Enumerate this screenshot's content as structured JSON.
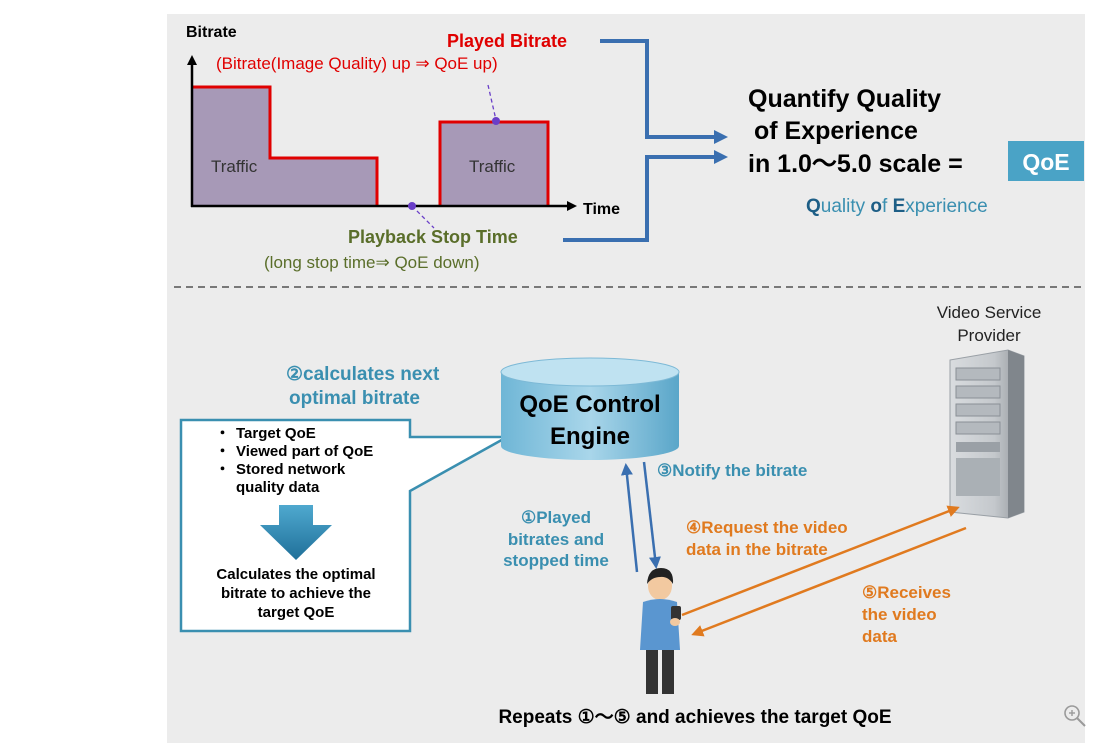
{
  "top": {
    "y_axis_label": "Bitrate",
    "x_axis_label": "Time",
    "played_bitrate_title": "Played Bitrate",
    "played_bitrate_note": "(Bitrate(Image Quality) up ⇒ QoE up)",
    "traffic_label_1": "Traffic",
    "traffic_label_2": "Traffic",
    "stop_title": "Playback Stop Time",
    "stop_note": "(long stop time⇒ QoE down)",
    "quantify_line1": "Quantify Quality",
    "quantify_line2": "of Experience",
    "quantify_line3": "in 1.0～5.0 scale =",
    "qoe_badge": "QoE",
    "qoe_expansion": {
      "q": "Q",
      "uality": "uality ",
      "o": "o",
      "f": "f ",
      "e": "E",
      "xperience": "xperience"
    }
  },
  "bottom": {
    "server_label_line1": "Video Service",
    "server_label_line2": "Provider",
    "step2_line1": "②calculates next",
    "step2_line2": "optimal bitrate",
    "engine_line1": "QoE Control",
    "engine_line2": "Engine",
    "inputs": [
      "Target QoE",
      "Viewed part of QoE",
      "Stored network",
      "quality data"
    ],
    "calc_line1": "Calculates the optimal",
    "calc_line2": "bitrate to achieve the",
    "calc_line3": "target QoE",
    "step3": "③Notify the bitrate",
    "step1_line1": "①Played",
    "step1_line2": "bitrates and",
    "step1_line3": "stopped time",
    "step4_line1": "④Request the video",
    "step4_line2": "data in the bitrate",
    "step5_line1": "⑤Receives",
    "step5_line2": "the video",
    "step5_line3": "data",
    "footer": "Repeats ①～⑤ and achieves the target QoE"
  },
  "colors": {
    "red": "#e00000",
    "blue_arrow": "#3a6fb0",
    "teal": "#3a8fb0",
    "olive": "#5a6e2a",
    "orange": "#e07a1f",
    "traffic_fill": "#a799b7",
    "badge": "#4aa3c6"
  },
  "icons": {
    "zoom": "magnifier-icon"
  }
}
